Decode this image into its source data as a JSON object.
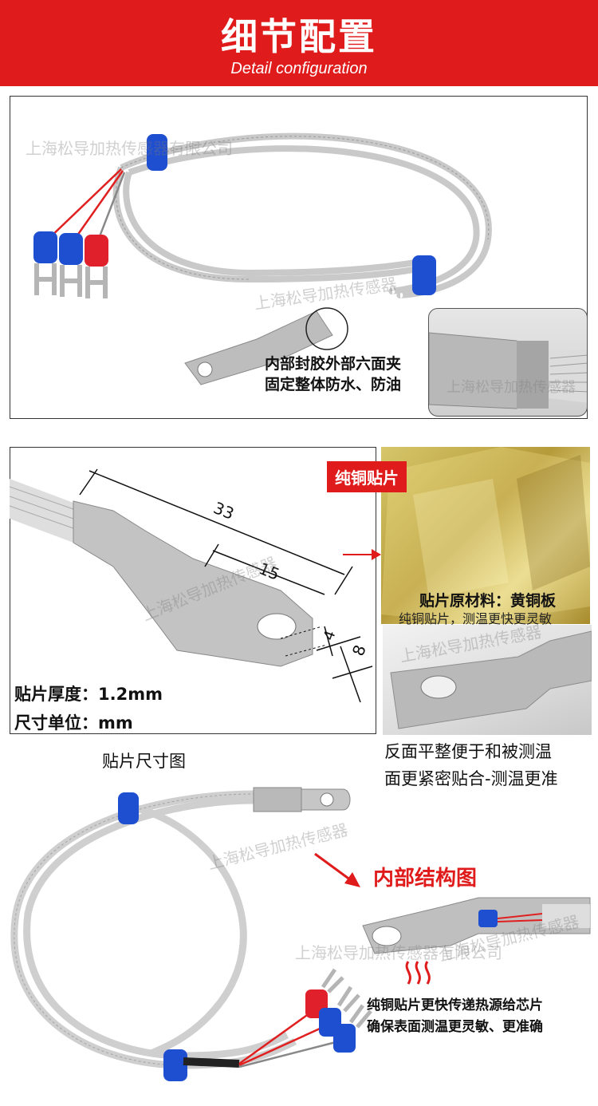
{
  "header": {
    "title": "细节配置",
    "subtitle": "Detail configuration"
  },
  "watermarks": {
    "company_full": "上海松导加热传感器有限公司",
    "company_short": "上海松导加热传感器"
  },
  "panel1": {
    "note_line1": "内部封胶外部六面夹",
    "note_line2": "固定整体防水、防油"
  },
  "panel2": {
    "dim_total": "33",
    "dim_hole_offset": "15",
    "dim_hole": "4",
    "dim_width": "8",
    "thickness": "贴片厚度：1.2mm",
    "unit": "尺寸单位：mm",
    "caption": "贴片尺寸图"
  },
  "brass": {
    "tag": "纯铜贴片",
    "material": "贴片原材料：黄铜板",
    "material_note": "纯铜贴片，测温更快更灵敏"
  },
  "flat": {
    "line1": "反面平整便于和被测温",
    "line2": "面更紧密贴合-测温更准"
  },
  "structure": {
    "label": "内部结构图",
    "note_line1": "纯铜贴片更快传递热源给芯片",
    "note_line2": "确保表面测温更灵敏、更准确"
  },
  "colors": {
    "brand_red": "#e01b1b",
    "terminal_blue": "#1f4fd1",
    "terminal_red": "#e0202a"
  }
}
